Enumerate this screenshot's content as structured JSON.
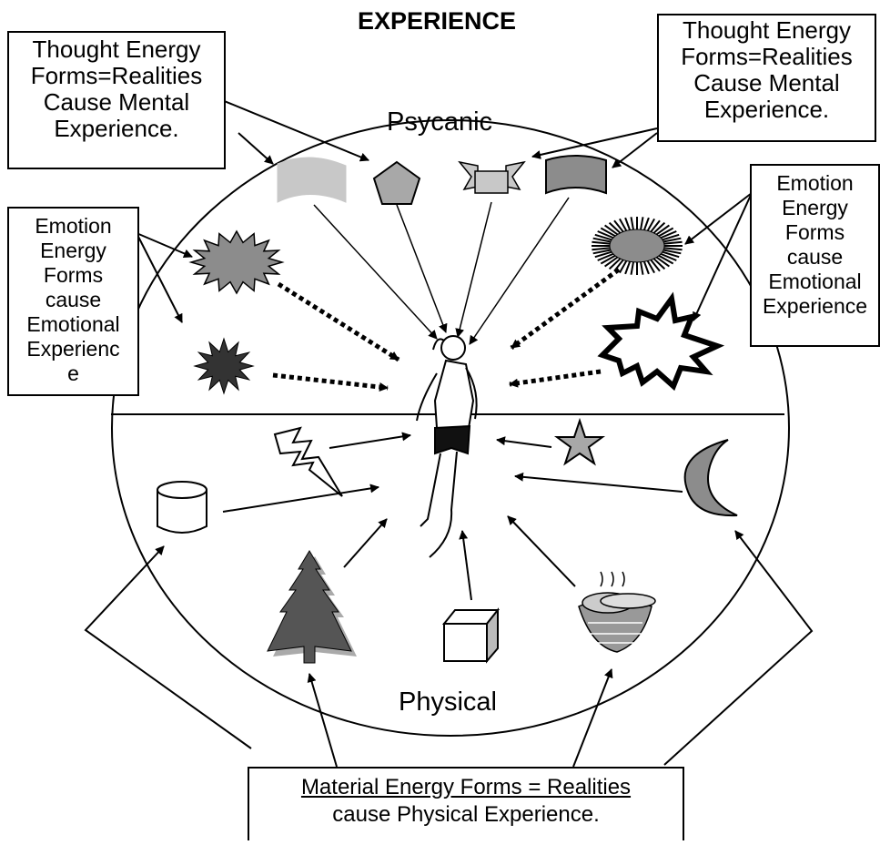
{
  "title": "EXPERIENCE",
  "realm_labels": {
    "upper": "Psycanic",
    "lower": "Physical"
  },
  "boxes": {
    "thought_left": [
      "Thought Energy",
      "Forms=Realities",
      "Cause Mental",
      "Experience."
    ],
    "thought_right": [
      "Thought Energy",
      "Forms=Realities",
      "Cause Mental",
      "Experience."
    ],
    "emotion_left": [
      "Emotion",
      "Energy",
      "Forms",
      "cause",
      "Emotional",
      "Experienc",
      "e"
    ],
    "emotion_right": [
      "Emotion",
      "Energy",
      "Forms",
      "cause",
      "Emotional",
      "Experience"
    ],
    "material": {
      "line1": "Material Energy Forms = Realities",
      "line2": "cause Physical Experience."
    }
  },
  "colors": {
    "ink": "#000000",
    "light_gray": "#c0c0c0",
    "mid_gray": "#8c8c8c",
    "dark_gray": "#555555",
    "darkest": "#333333"
  },
  "icons": [
    "flag-icon",
    "pentagon-icon",
    "banner-icon",
    "wave-flag-icon",
    "starburst-icon",
    "dark-starburst-icon",
    "sun-burst-icon",
    "explosion-icon",
    "runner-icon",
    "lightning-icon",
    "star-icon",
    "cylinder-icon",
    "moon-icon",
    "tree-icon",
    "cube-icon",
    "bread-basket-icon"
  ]
}
